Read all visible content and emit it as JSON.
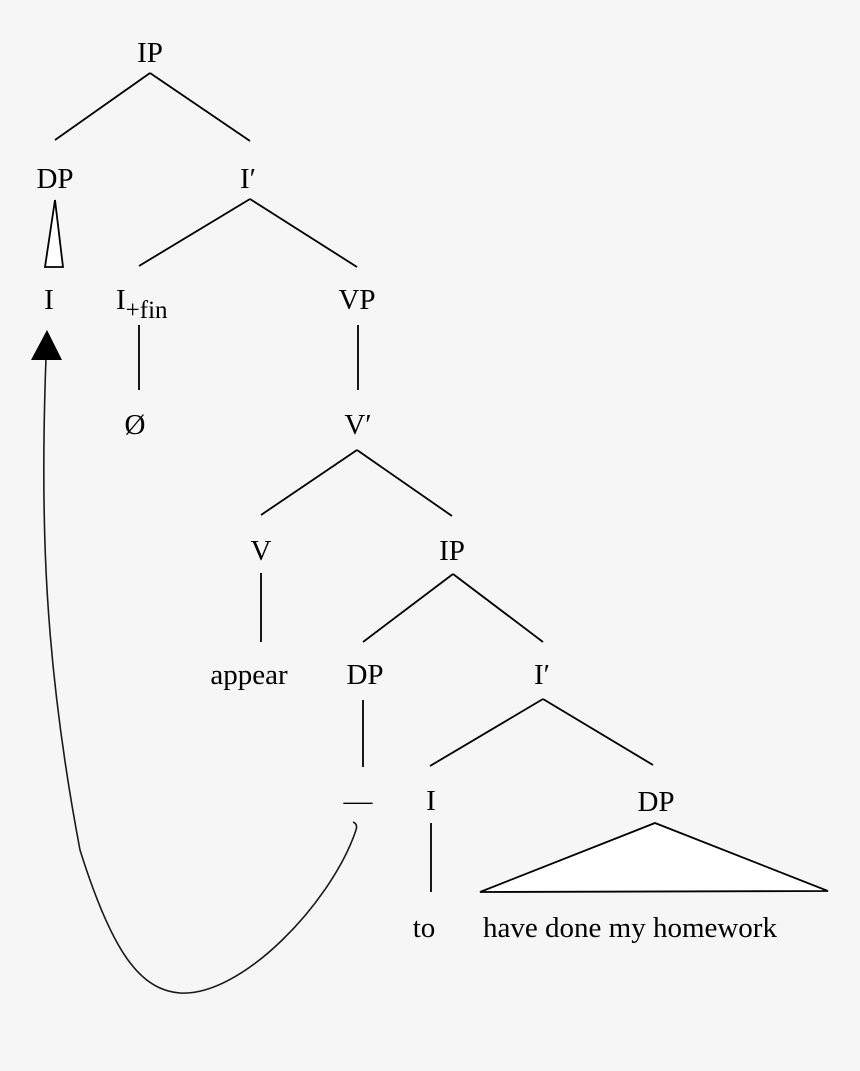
{
  "diagram": {
    "type": "syntax-tree",
    "background_color": "#f6f6f6",
    "line_color": "#000000",
    "nodes": {
      "ip_root": "IP",
      "dp_subject": "DP",
      "pronoun": "I",
      "i_bar_root": "I′",
      "i_fin_base": "I",
      "i_fin_sub": "+fin",
      "null_infl": "Ø",
      "vp": "VP",
      "v_bar": "V′",
      "v": "V",
      "verb": "appear",
      "ip_embedded": "IP",
      "dp_spec_embedded": "DP",
      "trace": "—",
      "i_bar_embedded": "I′",
      "i_embedded": "I",
      "infinitival": "to",
      "dp_object": "DP",
      "dp_object_phrase": "have done my homework"
    }
  }
}
